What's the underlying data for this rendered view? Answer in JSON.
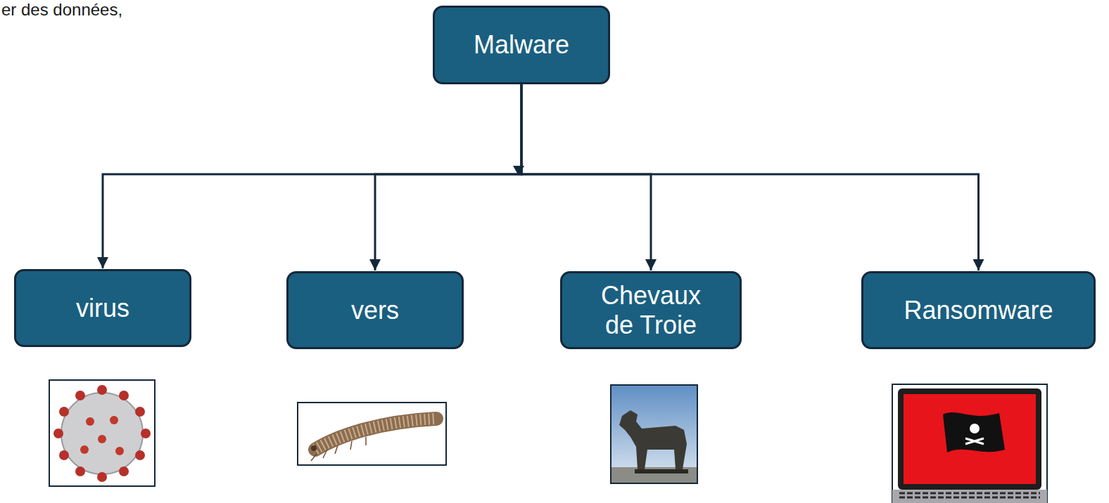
{
  "diagram": {
    "nodes": [
      {
        "text": [
          "Malware"
        ]
      },
      {
        "text": [
          "virus"
        ]
      },
      {
        "text": [
          "vers"
        ]
      },
      {
        "text": [
          "Chevaux de Troie"
        ]
      },
      {
        "text": [
          "Ransomware"
        ]
      }
    ],
    "edges": [
      {
        "from": 0,
        "to": 1,
        "arrow": "to"
      },
      {
        "from": 0,
        "to": 2,
        "arrow": "to"
      },
      {
        "from": 0,
        "to": 3,
        "arrow": "to"
      },
      {
        "from": 0,
        "to": 4,
        "arrow": "to"
      }
    ],
    "labels": [
      "er des données,"
    ]
  }
}
